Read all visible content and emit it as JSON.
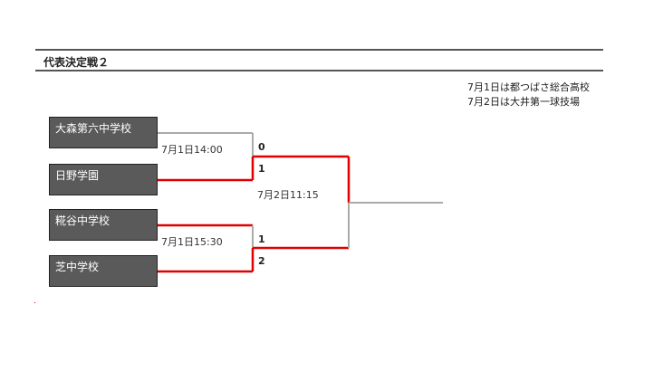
{
  "title": "代表決定戦２",
  "notes": [
    "7月1日は都つばさ総合高校",
    "7月2日は大井第一球技場"
  ],
  "teams": [
    "大森第六中学校",
    "日野学園",
    "糀谷中学校",
    "芝中学校"
  ],
  "matches": {
    "semi1": {
      "time": "7月1日14:00",
      "score_top": "0",
      "score_bottom": "1"
    },
    "semi2": {
      "time": "7月1日15:30",
      "score_top": "1",
      "score_bottom": "2"
    },
    "final": {
      "time": "7月2日11:15"
    }
  },
  "colors": {
    "winner": "#e00000",
    "loser": "#aaaaaa",
    "team_bg": "#5a5a5a"
  }
}
